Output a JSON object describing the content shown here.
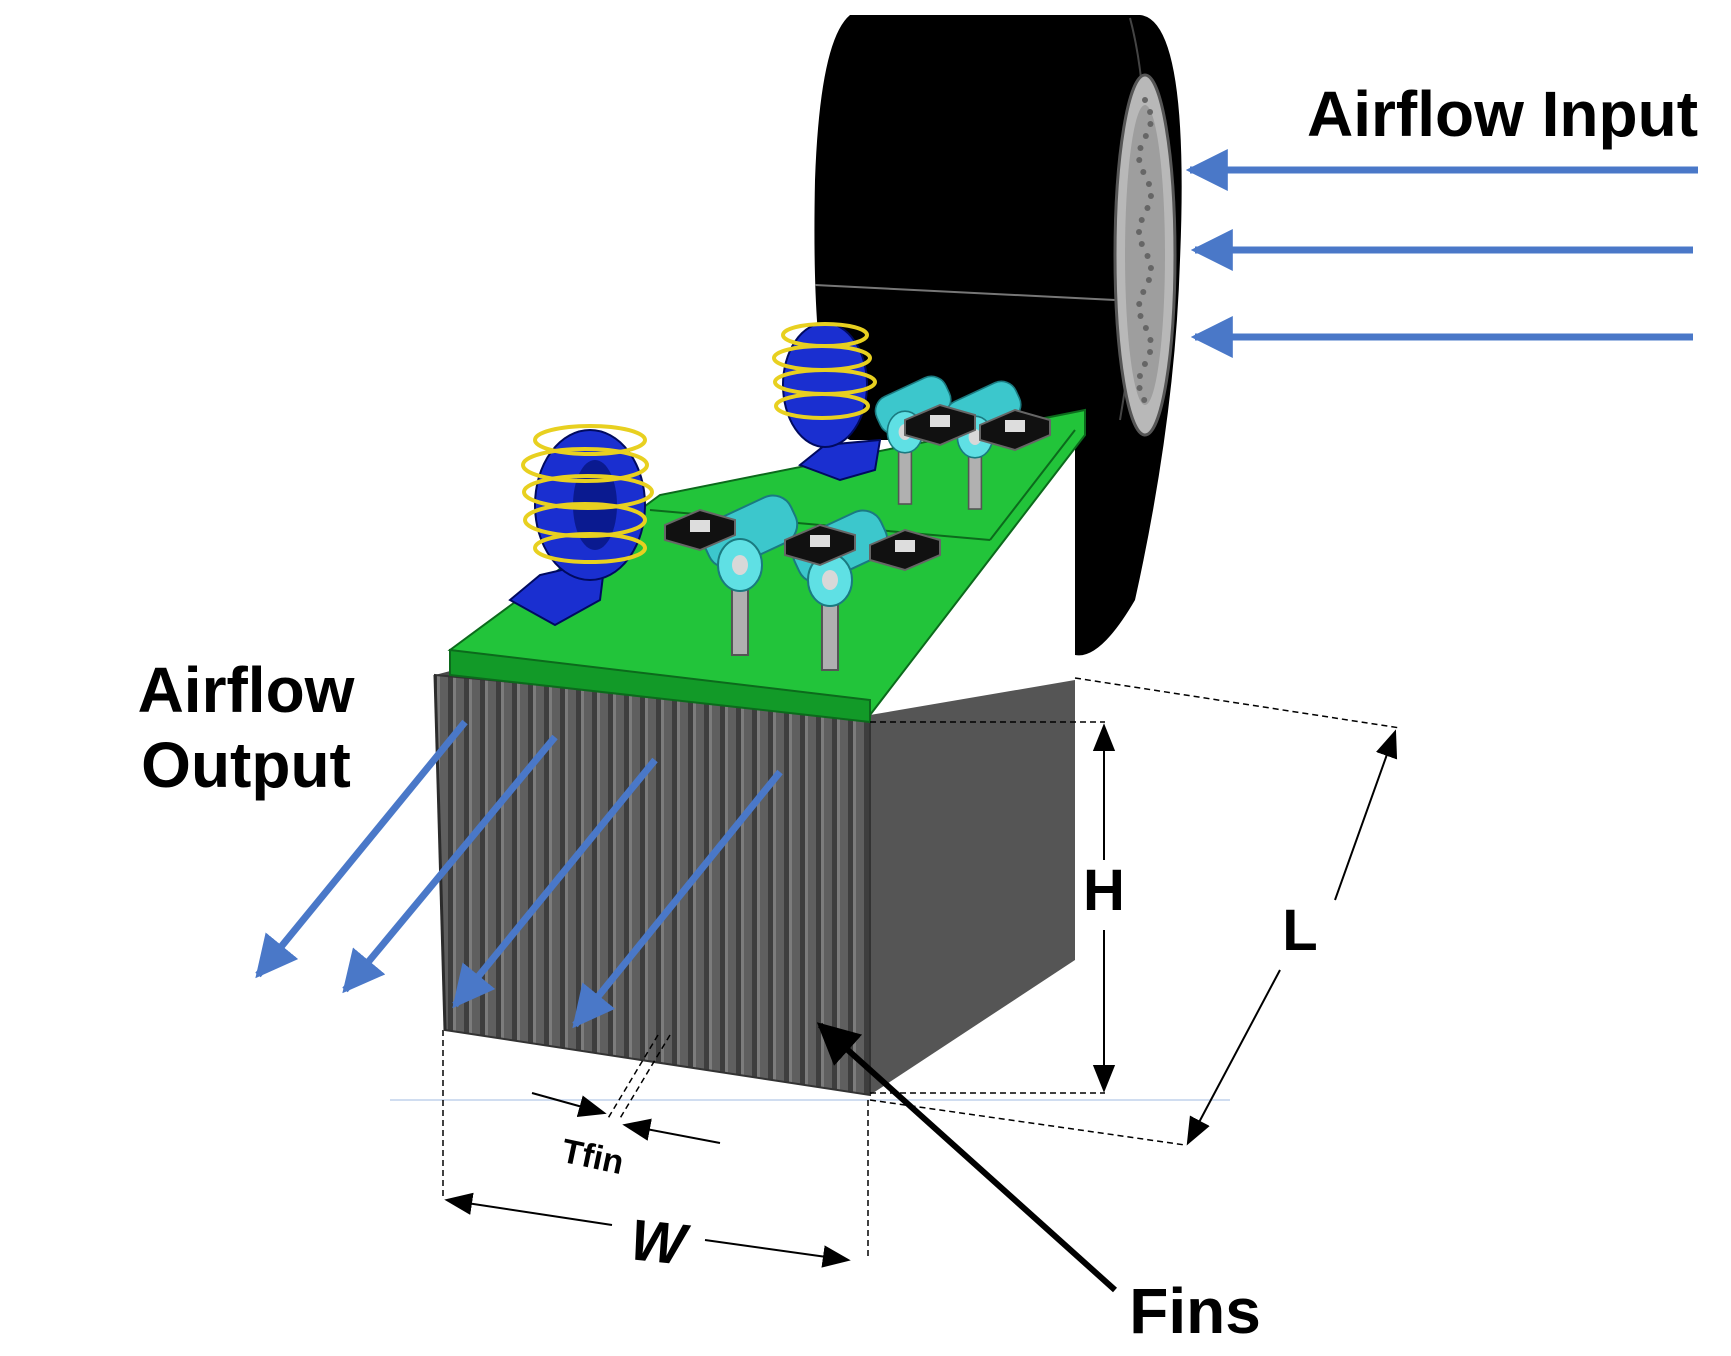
{
  "labels": {
    "airflow_input": "Airflow Input",
    "airflow_output_line1": "Airflow",
    "airflow_output_line2": "Output",
    "height": "H",
    "length": "L",
    "width": "W",
    "fin_thickness": "Tfin",
    "fins": "Fins"
  },
  "colors": {
    "airflow_arrow": "#4a78c8",
    "heatsink": "#5c5c5c",
    "pcb": "#22c43a",
    "fan": "#000000",
    "inductor_core": "#1a2fd0",
    "inductor_winding": "#e8d020",
    "capacitor": "#3cc7cc"
  },
  "icons": {
    "fan": "axial-fan-icon",
    "inductor": "toroid-inductor-icon",
    "capacitor": "capacitor-icon",
    "transistor": "mosfet-icon"
  }
}
